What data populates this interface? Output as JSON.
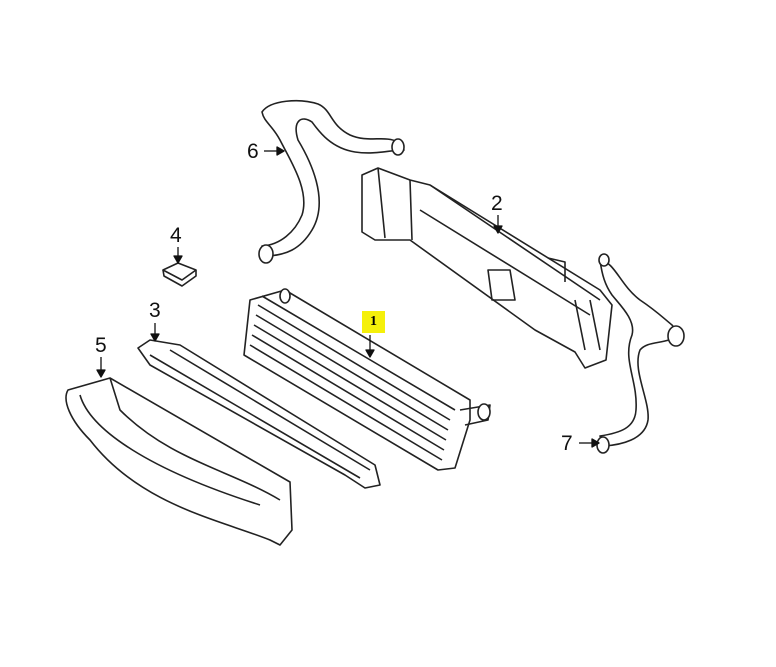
{
  "diagram": {
    "callouts": [
      {
        "id": "1",
        "part": "radiator",
        "highlighted": true
      },
      {
        "id": "2",
        "part": "upper-support"
      },
      {
        "id": "3",
        "part": "lower-support-bracket"
      },
      {
        "id": "4",
        "part": "pad"
      },
      {
        "id": "5",
        "part": "air-duct-shroud"
      },
      {
        "id": "6",
        "part": "upper-hose"
      },
      {
        "id": "7",
        "part": "lower-hose"
      }
    ],
    "highlight_color": "#f5f00a"
  }
}
